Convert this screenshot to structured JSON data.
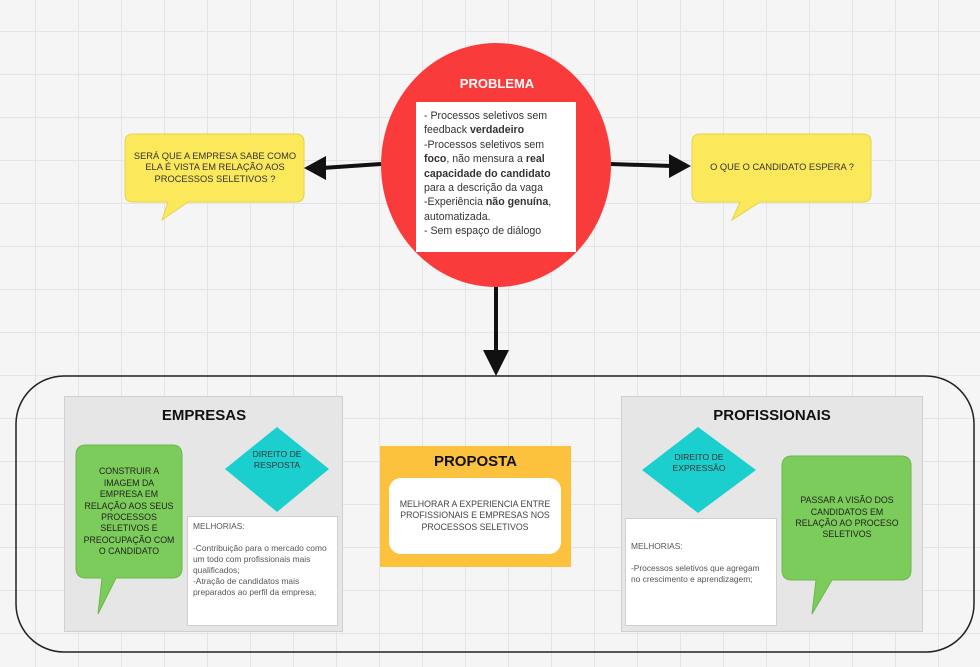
{
  "problem": {
    "title": "PROBLEMA",
    "lines": [
      {
        "pre": "- Processos seletivos sem feedback ",
        "bold": "verdadeiro",
        "post": ""
      },
      {
        "pre": "-Processos seletivos sem ",
        "bold": "foco",
        "post": ", não mensura a "
      },
      {
        "pre": "",
        "bold": "real capacidade do candidato",
        "post": " para a descrição da vaga"
      },
      {
        "pre": "-Experiência ",
        "bold": "não genuína",
        "post": ", automatizada."
      },
      {
        "pre": "- Sem espaço de diálogo",
        "bold": "",
        "post": ""
      }
    ]
  },
  "bubble_left": {
    "text": "SERÁ QUE A EMPRESA SABE COMO ELA É VISTA EM RELAÇÃO AOS PROCESSOS SELETIVOS ?"
  },
  "bubble_right": {
    "text": "O QUE O CANDIDATO ESPERA ?"
  },
  "empresas": {
    "title": "EMPRESAS",
    "green_bubble": "CONSTRUIR A IMAGEM DA EMPRESA EM RELAÇÃO AOS SEUS PROCESSOS SELETIVOS E PREOCUPAÇÃO COM O CANDIDATO",
    "diamond": "DIREITO DE RESPOSTA",
    "note_title": "MELHORIAS:",
    "note_items": [
      "-Contribuição para o mercado como um todo com profissionais mais qualificados;",
      "-Atração de candidatos mais preparados ao perfil da empresa;"
    ]
  },
  "proposta": {
    "title": "PROPOSTA",
    "text": "MELHORAR A EXPERIENCIA ENTRE PROFISSIONAIS E EMPRESAS NOS PROCESSOS SELETIVOS"
  },
  "profissionais": {
    "title": "PROFISSIONAIS",
    "diamond": "DIREITO DE EXPRESSÃO",
    "green_bubble": "PASSAR A VISÃO DOS CANDIDATOS EM RELAÇÃO AO PROCESO SELETIVOS",
    "note_title": "MELHORIAS:",
    "note_items": [
      "-Processos seletivos que agregam no crescimento e aprendizagem;"
    ]
  },
  "colors": {
    "problem_circle": "#f93b3b",
    "yellow_bubble": "#fce85b",
    "green_bubble": "#7ccc5b",
    "diamond": "#1bcfcf",
    "proposta": "#fcc13d",
    "panel": "#e6e6e6"
  }
}
